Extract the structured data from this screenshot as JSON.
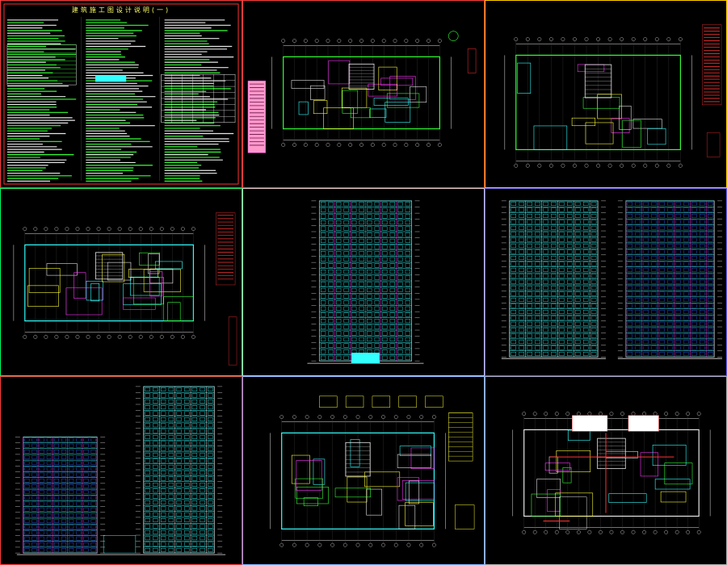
{
  "sheet_set": {
    "panels": [
      {
        "id": "p1",
        "kind": "notes",
        "border": "#ff3b3b",
        "title": "建筑施工图设计说明(一)"
      },
      {
        "id": "p2",
        "kind": "plan-ground",
        "border": "#ff3b3b"
      },
      {
        "id": "p3",
        "kind": "plan-basement",
        "border": "#ffcc00"
      },
      {
        "id": "p4",
        "kind": "plan-typical",
        "border": "#00ff66"
      },
      {
        "id": "p5",
        "kind": "elevation-front",
        "border": "#cccccc"
      },
      {
        "id": "p6",
        "kind": "elevation-pair",
        "border": "#6a5cff"
      },
      {
        "id": "p7",
        "kind": "elevation-side",
        "border": "#ff3b3b"
      },
      {
        "id": "p8",
        "kind": "plan-unit",
        "border": "#7fb2ff"
      },
      {
        "id": "p9",
        "kind": "plan-roof",
        "border": "#aaaaaa"
      }
    ]
  },
  "colors": {
    "cad_green": "#33ff33",
    "cad_cyan": "#33ffff",
    "cad_yellow": "#ffff33",
    "cad_magenta": "#ff33ff",
    "cad_red": "#ff3333",
    "cad_white": "#e6e6e6",
    "cad_blue": "#3366ff"
  }
}
